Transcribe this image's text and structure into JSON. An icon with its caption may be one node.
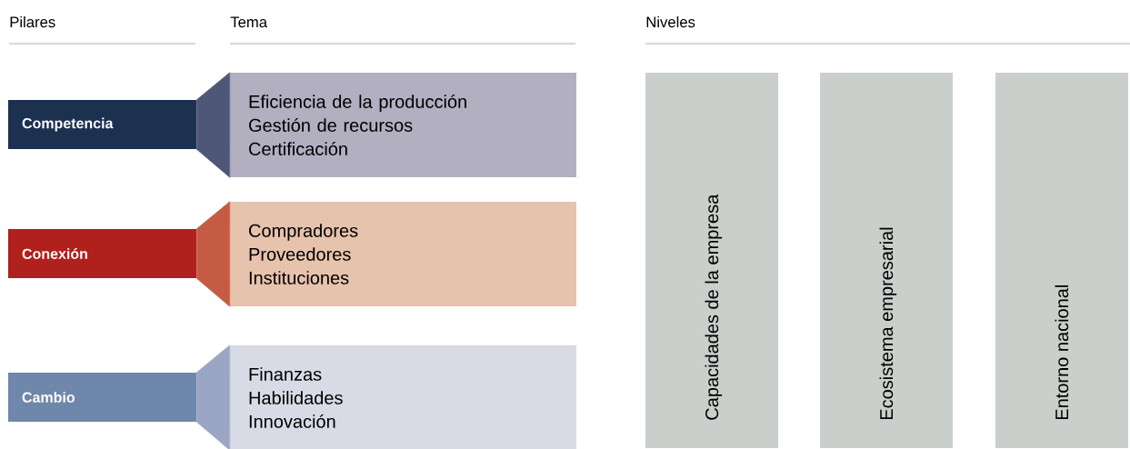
{
  "diagram": {
    "nodes": [
      {
        "text": [
          "Competencia"
        ]
      },
      {
        "text": [
          "Eficiencia de la producción",
          "Gestión de recursos",
          "Certificación"
        ]
      },
      {
        "text": [
          "Conexión"
        ]
      },
      {
        "text": [
          "Compradores",
          "Proveedores",
          "Instituciones"
        ]
      },
      {
        "text": [
          "Cambio"
        ]
      },
      {
        "text": [
          "Finanzas",
          "Habilidades",
          "Innovación"
        ]
      },
      {
        "text": [
          "Capacidades de la empresa"
        ]
      },
      {
        "text": [
          "Ecosistema empresarial"
        ]
      },
      {
        "text": [
          "Entorno nacional"
        ]
      }
    ],
    "edges": [
      {
        "from": 0,
        "to": 1,
        "arrow": "none",
        "color": "#4f5778"
      },
      {
        "from": 2,
        "to": 3,
        "arrow": "none",
        "color": "#c65b43"
      },
      {
        "from": 4,
        "to": 5,
        "arrow": "none",
        "color": "#9ba6c4"
      }
    ],
    "labels": [
      "Pilares",
      "Tema",
      "Niveles"
    ]
  }
}
